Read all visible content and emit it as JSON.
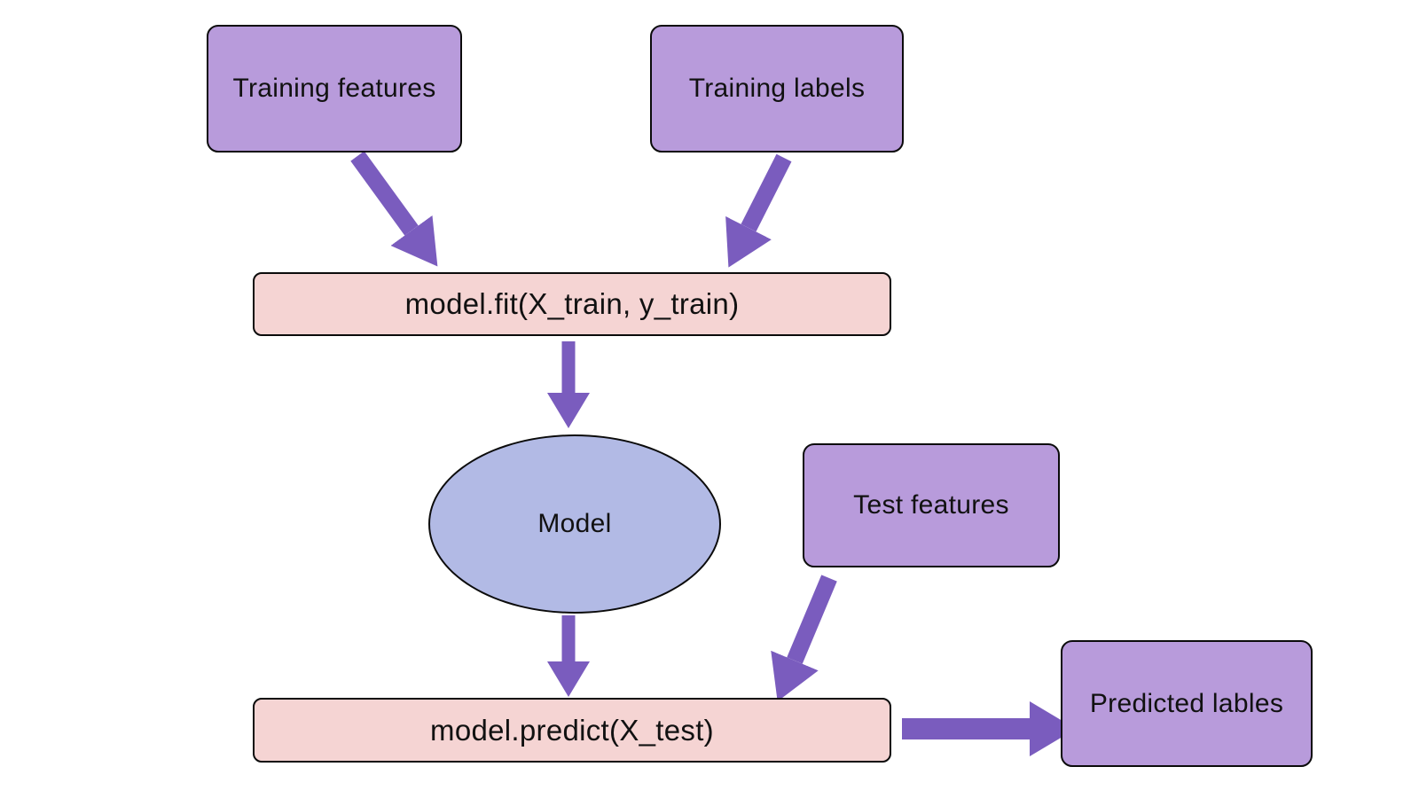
{
  "diagram": {
    "title": "",
    "nodes": {
      "training_features": {
        "label": "Training features",
        "shape": "rect",
        "fill": "#b89bdb"
      },
      "training_labels": {
        "label": "Training labels",
        "shape": "rect",
        "fill": "#b89bdb"
      },
      "fit": {
        "label": "model.fit(X_train, y_train)",
        "shape": "rect",
        "fill": "#f5d4d3"
      },
      "model": {
        "label": "Model",
        "shape": "ellipse",
        "fill": "#b2bae5"
      },
      "test_features": {
        "label": "Test features",
        "shape": "rect",
        "fill": "#b89bdb"
      },
      "predict": {
        "label": "model.predict(X_test)",
        "shape": "rect",
        "fill": "#f5d4d3"
      },
      "predicted_labels": {
        "label": "Predicted lables",
        "shape": "rect",
        "fill": "#b89bdb"
      }
    },
    "edges": [
      {
        "from": "training_features",
        "to": "fit"
      },
      {
        "from": "training_labels",
        "to": "fit"
      },
      {
        "from": "fit",
        "to": "model"
      },
      {
        "from": "model",
        "to": "predict"
      },
      {
        "from": "test_features",
        "to": "predict"
      },
      {
        "from": "predict",
        "to": "predicted_labels"
      }
    ],
    "colors": {
      "arrow": "#7a5cbe",
      "border": "#0b0b0b",
      "background": "#ffffff",
      "node_purple": "#b89bdb",
      "node_pink": "#f5d4d3",
      "node_blue": "#b2bae5"
    }
  }
}
